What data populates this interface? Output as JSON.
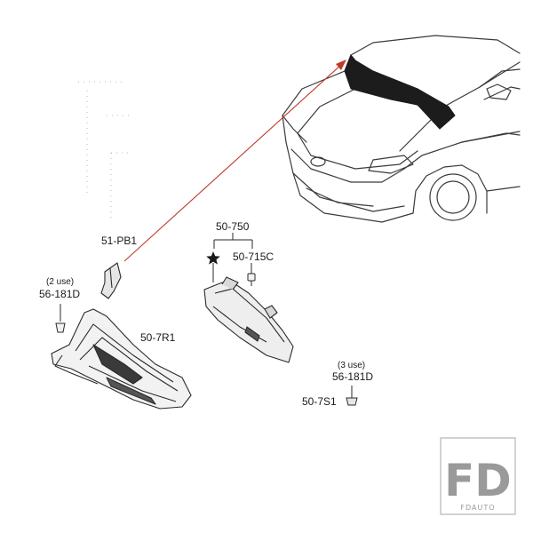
{
  "labels": {
    "clip_part": "51-PB1",
    "bracket_group": "50-750",
    "fastener_upper": "50-715C",
    "screw_left_qty": "(2 use)",
    "screw_left": "56-181D",
    "cowl_panel": "50-7R1",
    "screw_right_qty": "(3 use)",
    "screw_right": "56-181D",
    "bolt_right": "50-7S1"
  },
  "watermark": {
    "logo": "FD",
    "caption": "FDAUTO"
  },
  "colors": {
    "line": "#2a2a2a",
    "leader_arrow": "#c0392b",
    "dark_fill": "#1c1c1c",
    "watermark": "#9a9a9a"
  }
}
